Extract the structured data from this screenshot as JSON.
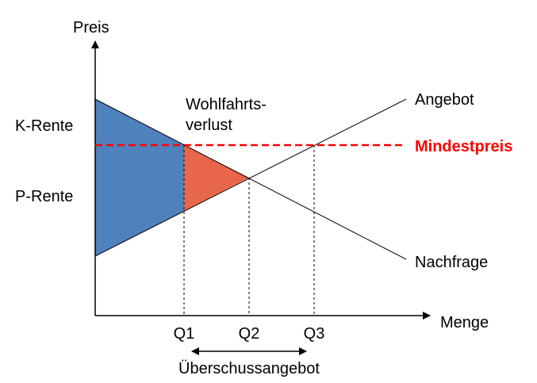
{
  "axes": {
    "y_label": "Preis",
    "x_label": "Menge"
  },
  "curves": {
    "supply_label": "Angebot",
    "demand_label": "Nachfrage",
    "minimum_price_label": "Mindestpreis"
  },
  "areas": {
    "consumer_surplus_label": "K-Rente",
    "producer_surplus_label": "P-Rente",
    "welfare_loss_label_line1": "Wohlfahrts-",
    "welfare_loss_label_line2": "verlust"
  },
  "quantities": {
    "q1": "Q1",
    "q2": "Q2",
    "q3": "Q3",
    "surplus_label": "Überschussangebot"
  },
  "colors": {
    "surplus_area": "#4f81bd",
    "welfare_loss_area": "#e8664a",
    "minimum_price_line": "#ff0000",
    "lines": "#000000"
  }
}
